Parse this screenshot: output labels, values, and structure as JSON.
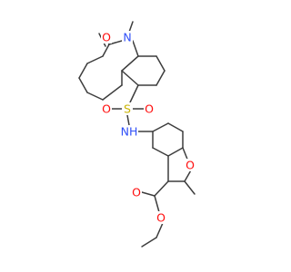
{
  "colors": {
    "carbon": "#3d3d3d",
    "oxygen": "#ff0d0d",
    "nitrogen": "#3050f8",
    "sulfur": "#c9b300",
    "background": "#ffffff"
  },
  "atom_labels": {
    "o_lactam": "O",
    "n_ring": "N",
    "s_sulfonyl": "S",
    "o_sulfonyl_left": "O",
    "o_sulfonyl_right": "O",
    "nh": "NH",
    "o_furan": "O",
    "o_ester_carbonyl": "O",
    "o_ester": "O"
  }
}
